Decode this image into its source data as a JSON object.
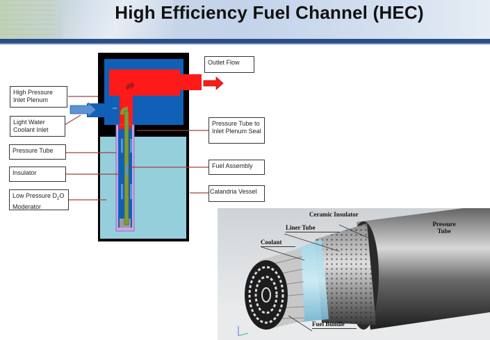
{
  "slide": {
    "title": "High Efficiency Fuel Channel (HEC)",
    "colors": {
      "title_bar": "#2c4d86",
      "vessel_border": "#000000",
      "plenum": "#1160b8",
      "outlet_flow": "#ff1a1a",
      "moderator": "#96cfdc",
      "fuel_assembly": "#7f9a3a",
      "insulator": "#c9a7e8",
      "coolant_arrow": "#5b93d4",
      "leader_line": "#a04040"
    }
  },
  "schematic": {
    "labels": {
      "outlet_flow": "Outlet Flow",
      "high_pressure_inlet_plenum_l1": "High Pressure",
      "high_pressure_inlet_plenum_l2": "Inlet Plenum",
      "light_water_coolant_inlet_l1": "Light Water",
      "light_water_coolant_inlet_l2": "Coolant Inlet",
      "pressure_tube": "Pressure Tube",
      "insulator": "Insulator",
      "low_pressure_moderator_l1_a": "Low Pressure D",
      "low_pressure_moderator_l1_sub": "2",
      "low_pressure_moderator_l1_b": "O",
      "low_pressure_moderator_l2": "Moderator",
      "pressure_tube_seal_l1": "Pressure Tube to",
      "pressure_tube_seal_l2": "Inlet Plenum Seal",
      "fuel_assembly": "Fuel Assembly",
      "calandria_vessel": "Calandria Vessel"
    }
  },
  "cutaway": {
    "labels": {
      "ceramic_insulator": "Ceramic Insulator",
      "liner_tube": "Liner Tube",
      "coolant": "Coolant",
      "pressure_tube_l1": "Pressure",
      "pressure_tube_l2": "Tube",
      "fuel_bundle": "Fuel Bundle"
    }
  }
}
